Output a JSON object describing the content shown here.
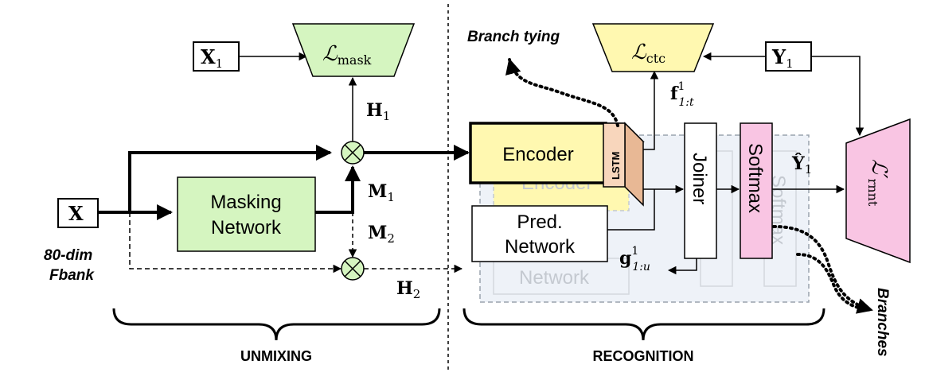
{
  "inputs": {
    "x": "X",
    "x_sub_label_line1": "80-dim",
    "x_sub_label_line2": "Fbank",
    "x1": "X",
    "x1_sub": "1",
    "y1": "Y",
    "y1_sub": "1"
  },
  "losses": {
    "mask": {
      "symbol": "ℒ",
      "sub": "mask"
    },
    "ctc": {
      "symbol": "ℒ",
      "sub": "ctc"
    },
    "rnnt": {
      "symbol": "ℒ′",
      "sub": "rnnt"
    }
  },
  "blocks": {
    "masking_line1": "Masking",
    "masking_line2": "Network",
    "encoder": "Encoder",
    "encoder_ghost": "Encoder",
    "lstm": "LSTM",
    "pred_line1": "Pred.",
    "pred_line2": "Network",
    "pred_ghost": "Network",
    "joiner": "Joiner",
    "softmax": "Softmax",
    "softmax_ghost": "Softmax"
  },
  "signals": {
    "h1": "H",
    "h1_sub": "1",
    "h2": "H",
    "h2_sub": "2",
    "m1": "M",
    "m1_sub": "1",
    "m2": "M",
    "m2_sub": "2",
    "f": "f",
    "f_sup": "1",
    "f_sub": "1:t",
    "g": "g",
    "g_sup": "1",
    "g_sub": "1:u",
    "yhat": "Ŷ",
    "yhat_sub": "1"
  },
  "annotations": {
    "branch_tying": "Branch tying",
    "branches": "Branches"
  },
  "sections": {
    "unmixing": "UNMIXING",
    "recognition": "RECOGNITION"
  },
  "colors": {
    "green_fill": "#d5f5c0",
    "yellow_fill": "#fff8b0",
    "pink_fill": "#f9c5e3",
    "lstm_fill": "#f8d6bc",
    "ghost_region": "#eef2f8",
    "stroke": "#000000"
  }
}
